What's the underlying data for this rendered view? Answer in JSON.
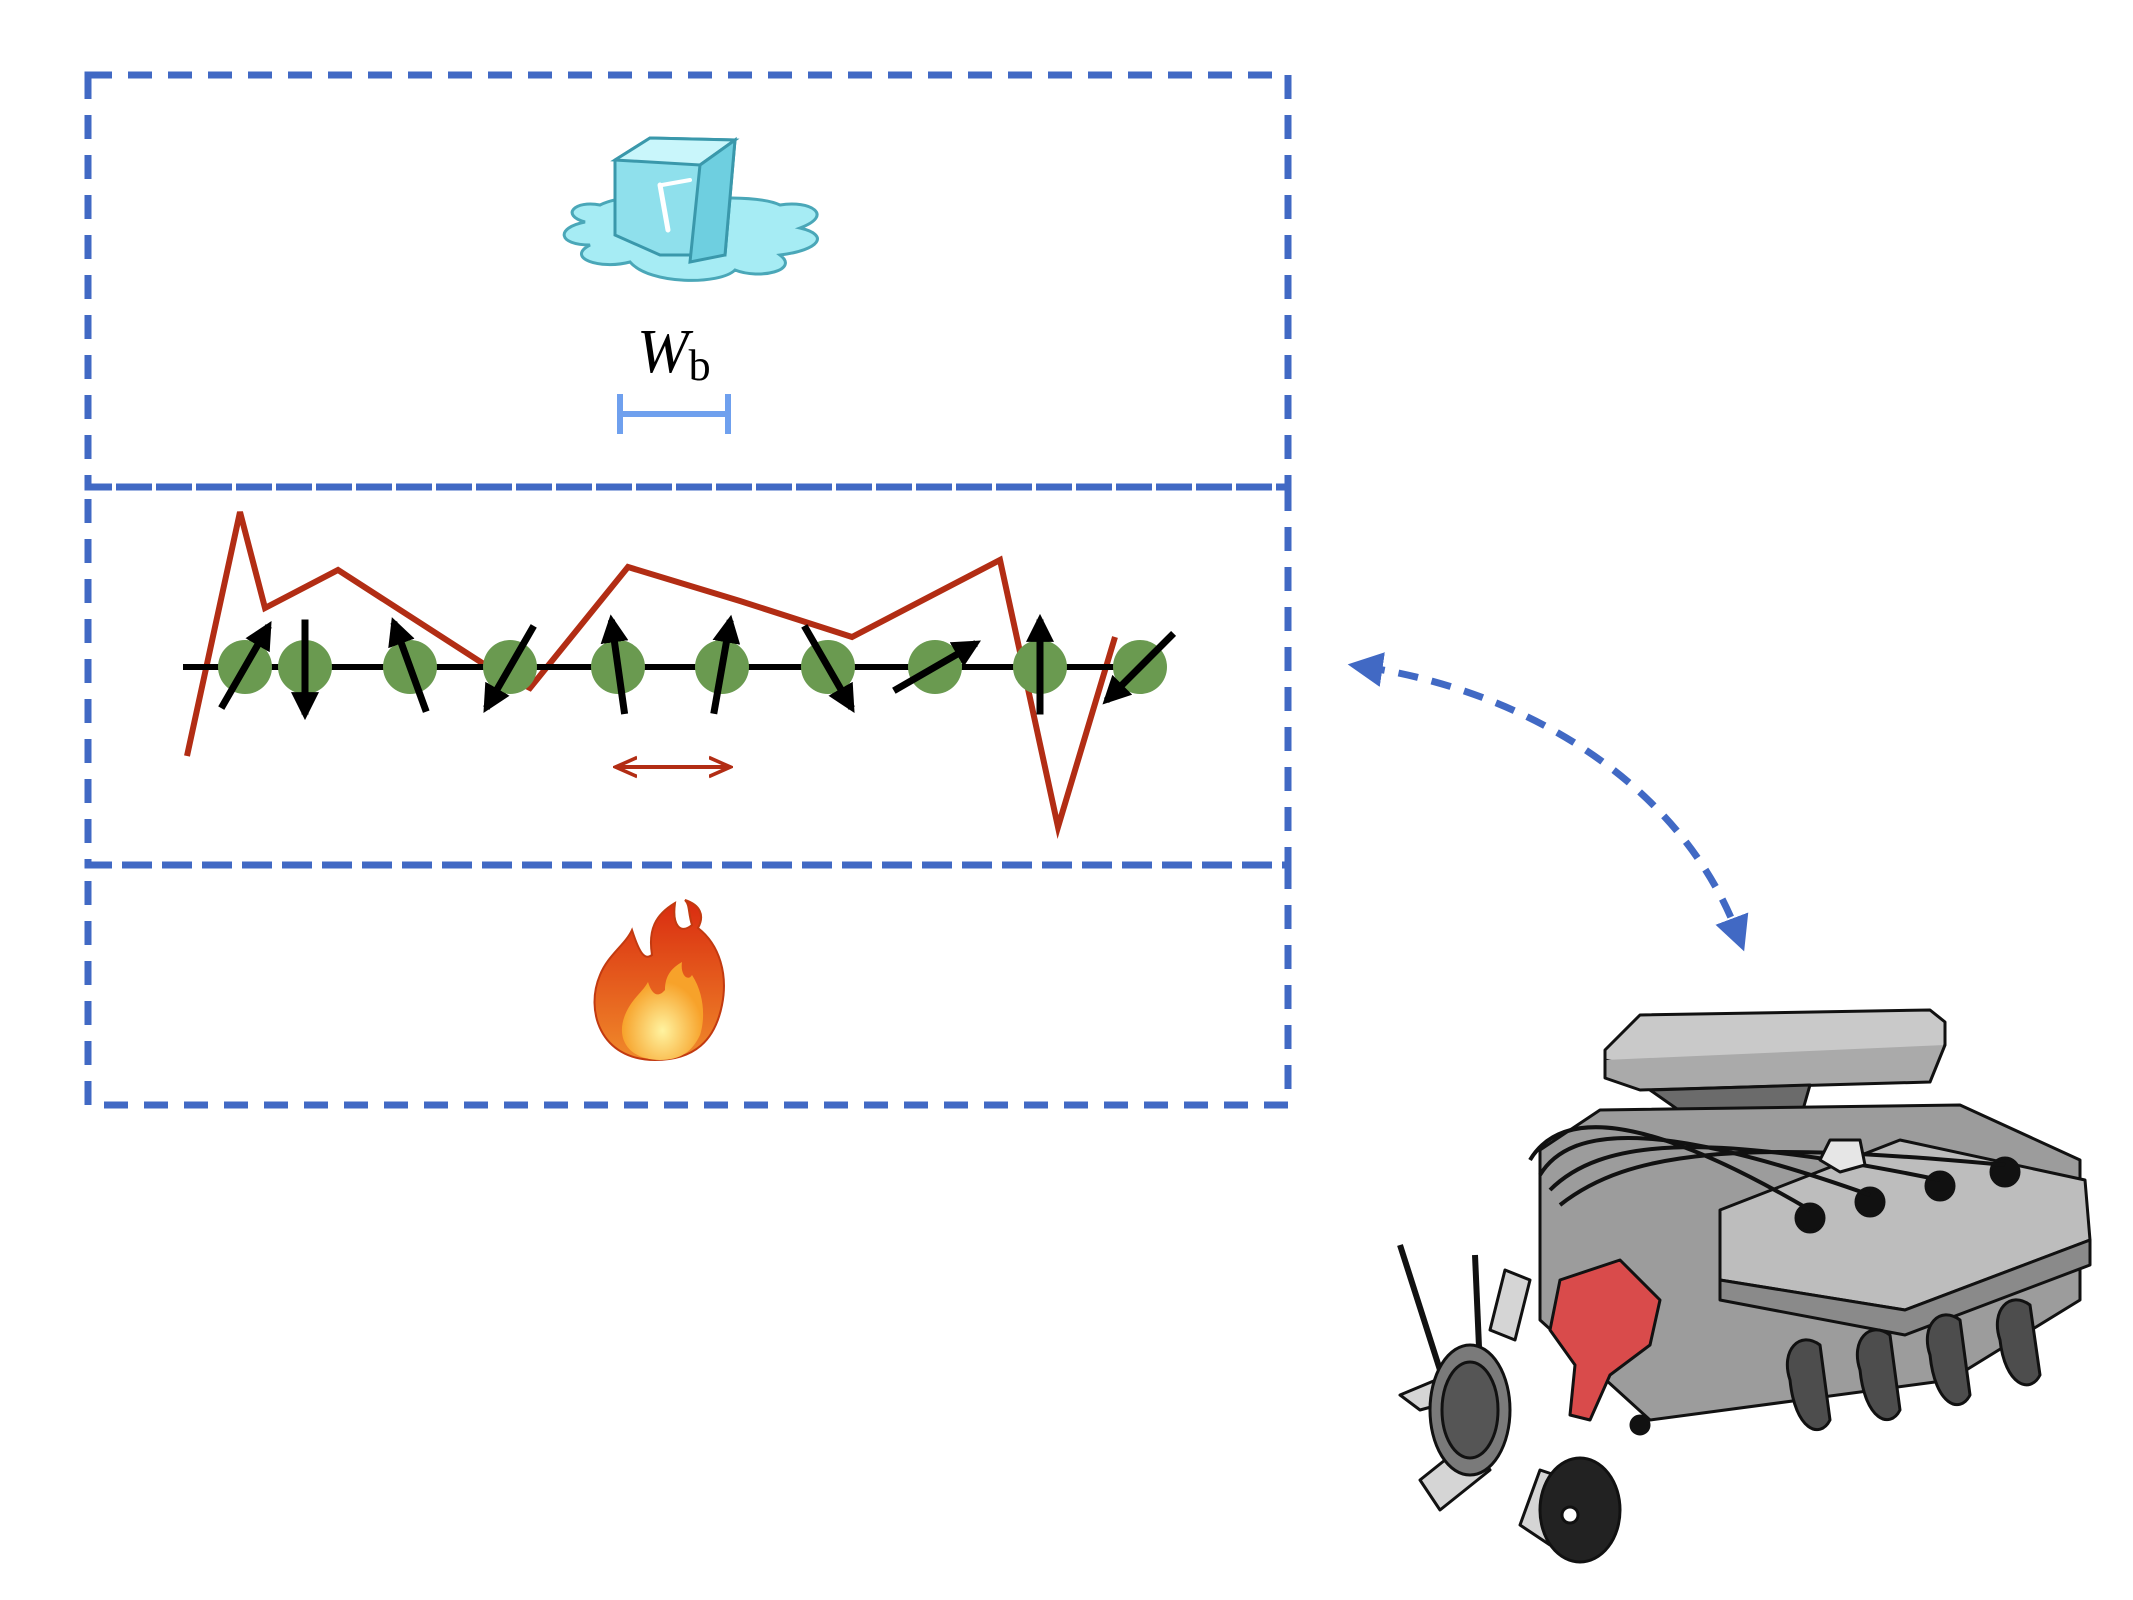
{
  "panels": [
    {
      "id": "cold",
      "icon": "ice-cube-icon"
    },
    {
      "id": "chain",
      "icon": "spin-chain"
    },
    {
      "id": "hot",
      "icon": "fire-icon"
    }
  ],
  "cold_panel": {
    "width_symbol": "W",
    "width_subscript": "b"
  },
  "chain": {
    "site_count": 10,
    "spin_angles_deg": [
      30,
      180,
      -20,
      210,
      -8,
      10,
      150,
      60,
      0,
      225
    ]
  },
  "engine": {
    "icon": "engine-icon"
  },
  "colors": {
    "dashed_border": "#4169c4",
    "bath_width_bar": "#6fa0ee",
    "wave_line": "#b22d14",
    "site_dot": "#6a9a50",
    "arrow": "#000000",
    "ice": "#a6ecf4",
    "fire_outer": "#e84a1a",
    "fire_inner": "#f7c83a",
    "engine_body": "#9c9c9c",
    "engine_part": "#d94b4b"
  }
}
